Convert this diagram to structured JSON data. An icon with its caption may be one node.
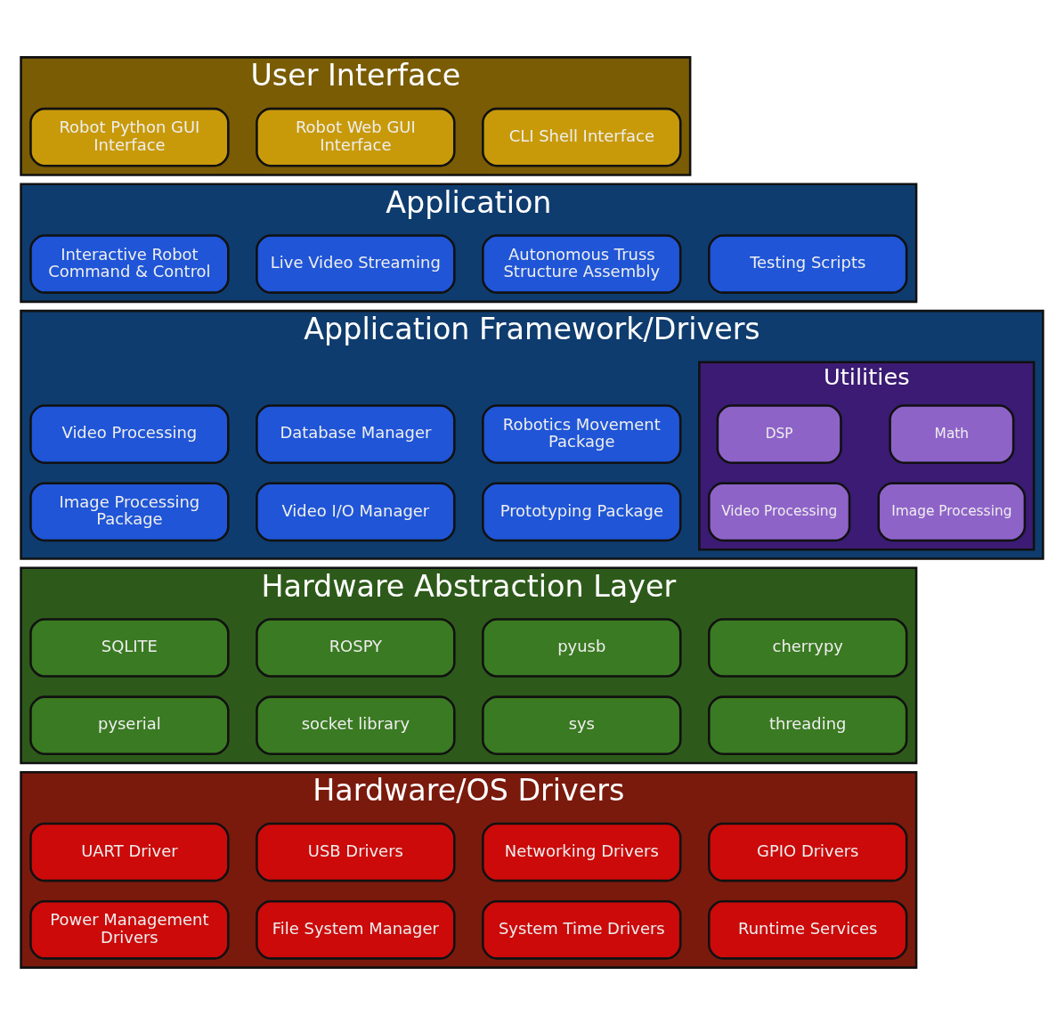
{
  "diagram": {
    "nodes": [
      {
        "text": [
          "User Interface"
        ]
      },
      {
        "text": [
          "Robot Python GUI Interface"
        ],
        "in": 0
      },
      {
        "text": [
          "Robot Web GUI Interface"
        ],
        "in": 0
      },
      {
        "text": [
          "CLI Shell Interface"
        ],
        "in": 0
      },
      {
        "text": [
          "Application"
        ]
      },
      {
        "text": [
          "Interactive Robot Command & Control"
        ],
        "in": 4
      },
      {
        "text": [
          "Live Video Streaming"
        ],
        "in": 4
      },
      {
        "text": [
          "Autonomous Truss Structure Assembly"
        ],
        "in": 4
      },
      {
        "text": [
          "Testing Scripts"
        ],
        "in": 4
      },
      {
        "text": [
          "Application Framework/Drivers"
        ]
      },
      {
        "text": [
          "Video Processing"
        ],
        "in": 9
      },
      {
        "text": [
          "Database Manager"
        ],
        "in": 9
      },
      {
        "text": [
          "Robotics Movement Package"
        ],
        "in": 9
      },
      {
        "text": [
          "Image Processing Package"
        ],
        "in": 9
      },
      {
        "text": [
          "Video I/O Manager"
        ],
        "in": 9
      },
      {
        "text": [
          "Prototyping Package"
        ],
        "in": 9
      },
      {
        "text": [
          "Utilities"
        ],
        "in": 9
      },
      {
        "text": [
          "DSP"
        ],
        "in": 16
      },
      {
        "text": [
          "Math"
        ],
        "in": 16
      },
      {
        "text": [
          "Video Processing"
        ],
        "in": 16
      },
      {
        "text": [
          "Image Processing"
        ],
        "in": 16
      },
      {
        "text": [
          "Hardware Abstraction Layer"
        ]
      },
      {
        "text": [
          "SQLITE"
        ],
        "in": 21
      },
      {
        "text": [
          "ROSPY"
        ],
        "in": 21
      },
      {
        "text": [
          "pyusb"
        ],
        "in": 21
      },
      {
        "text": [
          "cherrypy"
        ],
        "in": 21
      },
      {
        "text": [
          "pyserial"
        ],
        "in": 21
      },
      {
        "text": [
          "socket library"
        ],
        "in": 21
      },
      {
        "text": [
          "sys"
        ],
        "in": 21
      },
      {
        "text": [
          "threading"
        ],
        "in": 21
      },
      {
        "text": [
          "Hardware/OS Drivers"
        ]
      },
      {
        "text": [
          "UART Driver"
        ],
        "in": 30
      },
      {
        "text": [
          "USB Drivers"
        ],
        "in": 30
      },
      {
        "text": [
          "Networking Drivers"
        ],
        "in": 30
      },
      {
        "text": [
          "GPIO Drivers"
        ],
        "in": 30
      },
      {
        "text": [
          "Power Management Drivers"
        ],
        "in": 30
      },
      {
        "text": [
          "File System Manager"
        ],
        "in": 30
      },
      {
        "text": [
          "System Time Drivers"
        ],
        "in": 30
      },
      {
        "text": [
          "Runtime Services"
        ],
        "in": 30
      }
    ],
    "edges": []
  }
}
